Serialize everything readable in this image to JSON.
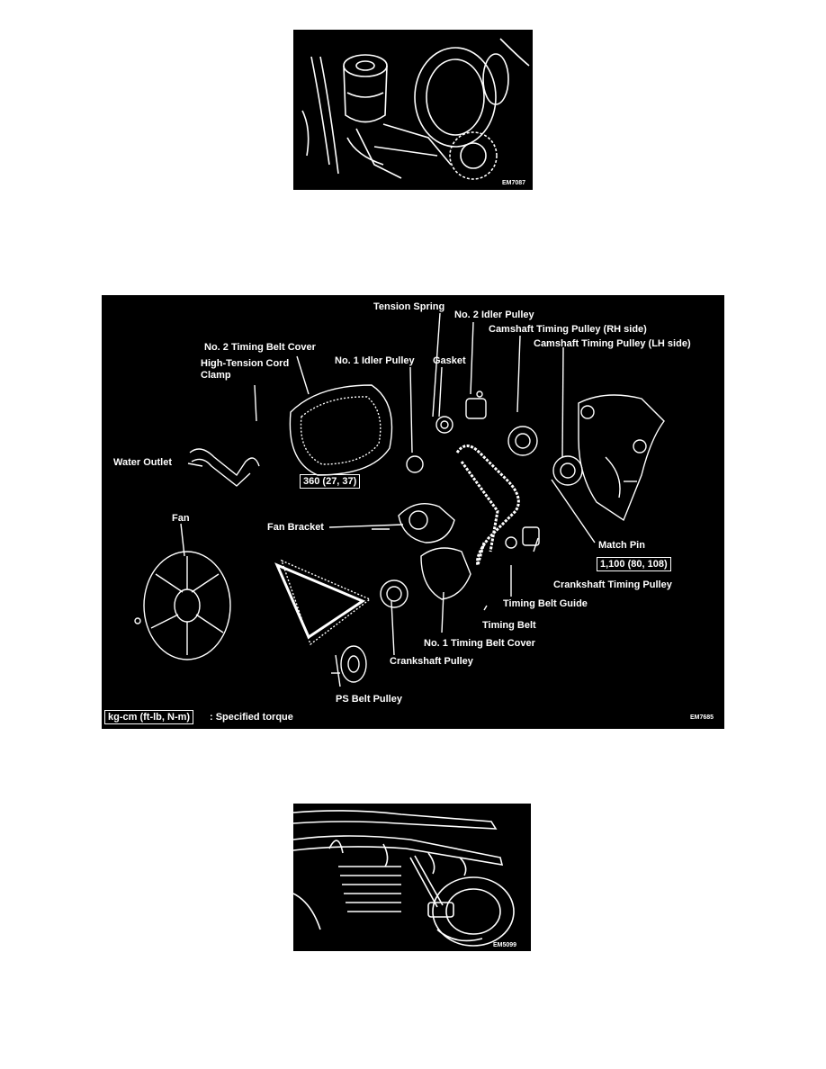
{
  "figure_top": {
    "code": "EM7087"
  },
  "figure_main": {
    "code": "EM7685",
    "labels": {
      "tension_spring": "Tension Spring",
      "no2_idler_pulley": "No. 2 Idler Pulley",
      "camshaft_rh": "Camshaft Timing Pulley (RH side)",
      "camshaft_lh": "Camshaft Timing Pulley (LH side)",
      "no2_timing_belt_cover": "No. 2 Timing Belt Cover",
      "high_tension_cord_clamp_1": "High-Tension Cord",
      "high_tension_cord_clamp_2": "Clamp",
      "no1_idler_pulley": "No. 1 Idler Pulley",
      "gasket": "Gasket",
      "water_outlet": "Water Outlet",
      "torque_360": "360 (27, 37)",
      "fan": "Fan",
      "fan_bracket": "Fan Bracket",
      "match_pin": "Match Pin",
      "torque_1100": "1,100 (80, 108)",
      "crankshaft_timing_pulley": "Crankshaft Timing Pulley",
      "timing_belt_guide": "Timing Belt Guide",
      "timing_belt": "Timing Belt",
      "no1_timing_belt_cover": "No. 1 Timing Belt Cover",
      "crankshaft_pulley": "Crankshaft Pulley",
      "ps_belt_pulley": "PS Belt Pulley"
    },
    "legend": {
      "unit": "kg-cm (ft-lb, N-m)",
      "text": ": Specified torque"
    }
  },
  "figure_bottom": {
    "code": "EM5099"
  }
}
